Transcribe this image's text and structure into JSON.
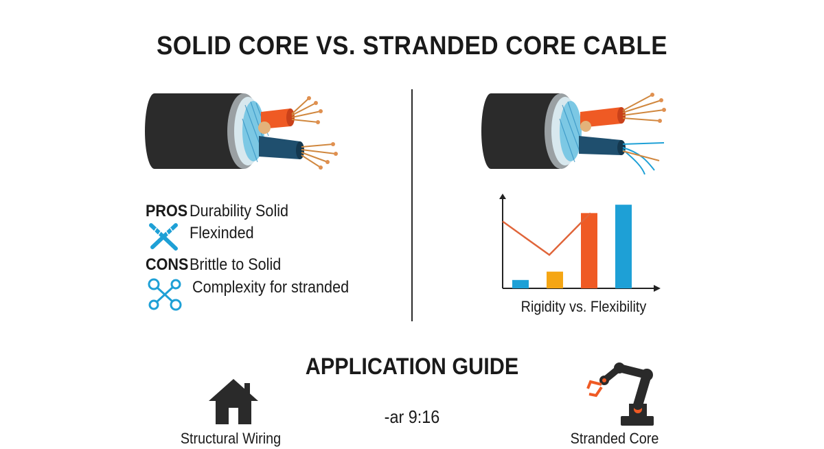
{
  "title": "SOLID CORE VS. STRANDED CORE CABLE",
  "left": {
    "pros_label": "PROS",
    "pros_line1": "Durability Solid",
    "pros_line2": "Flexinded",
    "cons_label": "CONS",
    "cons_line1": "Brittle to Solid",
    "cons_line2": "Complexity for stranded"
  },
  "right": {
    "chart_caption": "Rigidity vs. Flexibility"
  },
  "chart_data": {
    "type": "bar",
    "title": "",
    "xlabel": "",
    "ylabel": "",
    "categories": [
      "",
      "",
      "",
      ""
    ],
    "series": [
      {
        "values": [
          1,
          2,
          9,
          10
        ],
        "colors": [
          "#1ea0d6",
          "#f5a614",
          "#ef5a24",
          "#1ea0d6"
        ]
      }
    ],
    "line": {
      "values": [
        8,
        4,
        9
      ],
      "color": "#e0653a"
    },
    "ylim": [
      0,
      11
    ],
    "grid": false
  },
  "application": {
    "heading": "APPLICATION GUIDE",
    "ratio_note": "-ar 9:16",
    "left_caption": "Structural Wiring",
    "right_caption": "Stranded Core"
  },
  "colors": {
    "accent_blue": "#1ea0d6",
    "accent_orange": "#ef5a24",
    "accent_yellow": "#f5a614",
    "dark": "#2a2a2a"
  },
  "icons": {
    "pros": "crossed-tools-icon",
    "cons": "wrench-icon",
    "house": "house-icon",
    "robot": "robot-arm-icon"
  }
}
